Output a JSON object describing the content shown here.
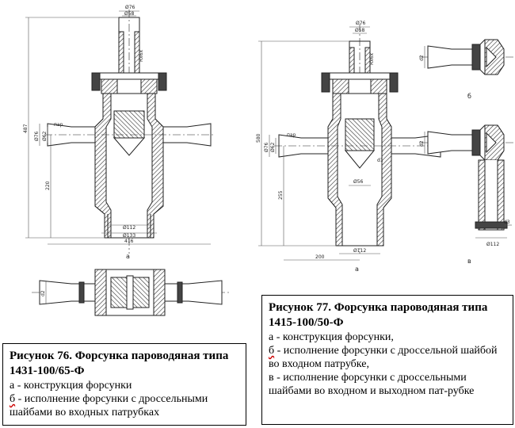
{
  "figure76": {
    "view_a": {
      "label": "а",
      "dims": {
        "top_d1": "Ø76",
        "top_d2": "Ø58",
        "top_len": "Rx6x",
        "height_total": "487",
        "nozzle_d1": "Ø76",
        "nozzle_d2": "Ø62",
        "nozzle_len": "пар",
        "height_lower": "220",
        "bottom_d1": "Ø112",
        "bottom_d2": "Ø133",
        "width_total": "416"
      }
    },
    "view_b": {
      "dims": {
        "d": "d2"
      }
    },
    "caption": {
      "title": "Рисунок 76. Форсунка пароводяная типа 1431-100/65-Ф",
      "items": [
        {
          "letter": "а",
          "text": " - конструкция форсунки"
        },
        {
          "letter": "б",
          "text": " - исполнение форсунки с дроссельными шайбами во входных патрубках"
        }
      ]
    }
  },
  "figure77": {
    "view_a": {
      "label": "а",
      "dims": {
        "top_d1": "Ø76",
        "top_d2": "Ø58",
        "top_len": "Rx6x",
        "height_total": "580",
        "nozzle_d1": "Ø76",
        "nozzle_d2": "Ø62",
        "nozzle_len": "пар",
        "inner_d": "Ø56",
        "inner_d3": "d1",
        "height_lower": "255",
        "width": "200",
        "bottom_d1": "Ø112"
      }
    },
    "view_b": {
      "label": "б",
      "dims": {
        "d": "d2"
      }
    },
    "view_v": {
      "label": "в",
      "dims": {
        "d1": "d2",
        "d2": "d3",
        "d3": "Ø112"
      }
    },
    "caption": {
      "title": "Рисунок 77. Форсунка пароводяная типа 1415-100/50-Ф",
      "items": [
        {
          "letter": "а",
          "text": " - конструкция форсунки,"
        },
        {
          "letter": "б",
          "text": " - исполнение форсунки с дроссельной шайбой во входном патрубке,"
        },
        {
          "letter": "в",
          "text": " - исполнение форсунки с дроссельными шайбами во входном и выходном пат-рубке"
        }
      ]
    }
  }
}
